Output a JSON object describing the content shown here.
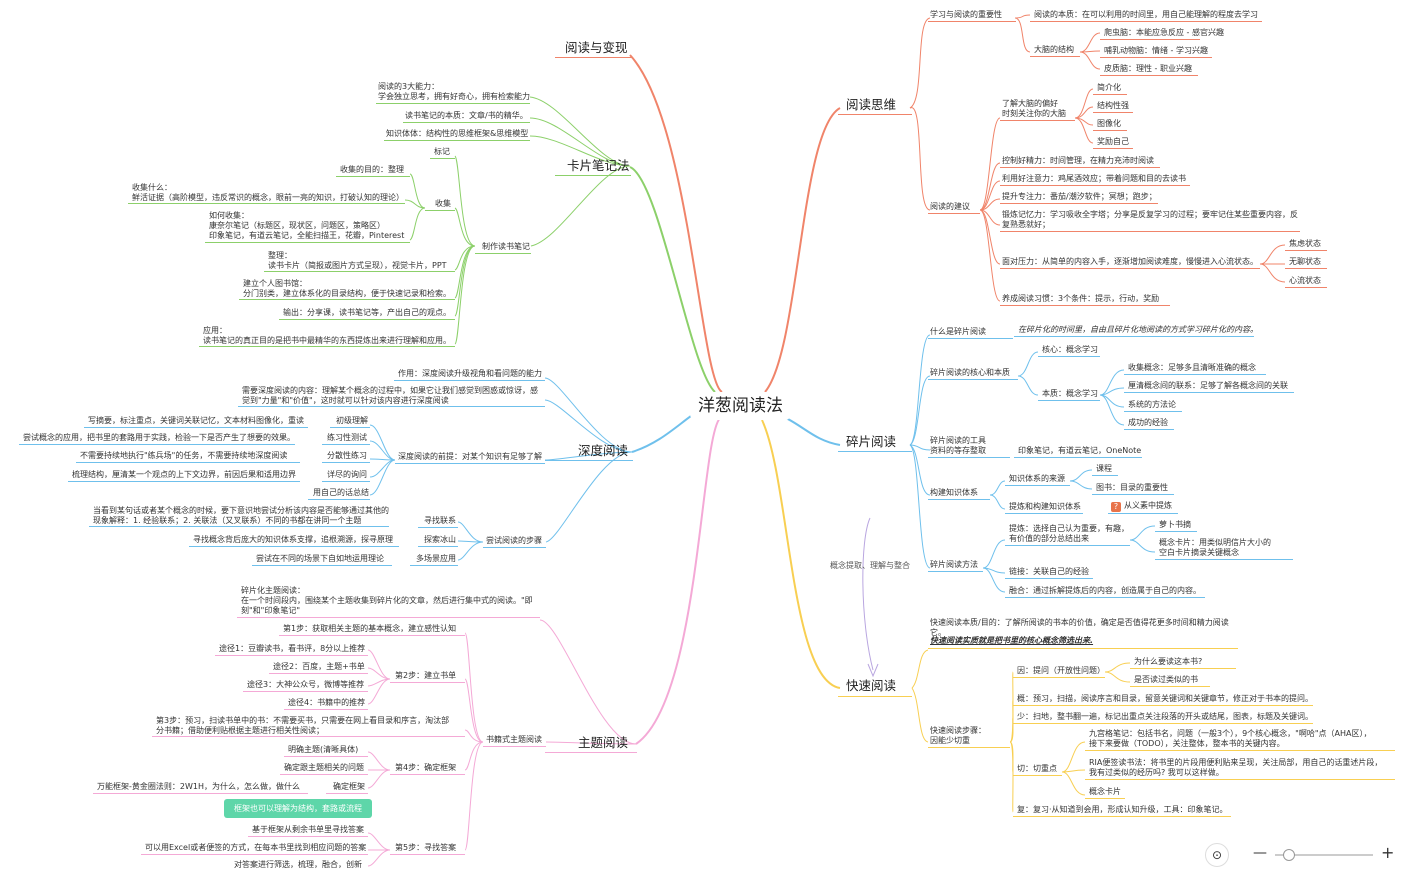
{
  "root": "洋葱阅读法",
  "branches": {
    "b1": "阅读与变现",
    "b2": "卡片笔记法",
    "b3": "深度阅读",
    "b4": "主题阅读",
    "r1": "阅读思维",
    "r2": "碎片阅读",
    "r3": "快速阅读",
    "mid": "概念提取、理解与整合"
  },
  "card": {
    "n1": "阅读的3大能力：\n学会独立思考，拥有好奇心，拥有检索能力",
    "n2": "读书笔记的本质：文章/书的精华。",
    "n3": "知识体体：结构性的思维框架&思维模型",
    "mark": "标记",
    "collect": "收集",
    "purpose": "收集的目的：整理",
    "what": "收集什么：\n鲜活证据（高阶模型，违反常识的概念，眼前一亮的知识，打破认知的理论）",
    "how": "如何收集：\n康奈尔笔记（标题区，现状区，问题区，策略区）\n印象笔记，有道云笔记，全能扫描王，花瓣，Pinterest",
    "make": "制作读书笔记",
    "sort": "整理：\n读书卡片（简报或图片方式呈现），视觉卡片，PPT",
    "index": "建立个人图书馆：\n分门别类，建立体系化的目录结构，便于快速记录和检索。",
    "output": "输出：分享课，读书笔记等，产出自己的观点。",
    "apply": "应用：\n读书笔记的真正目的是把书中最精华的东西提炼出来进行理解和应用。"
  },
  "deep": {
    "role": "作用：深度阅读升级视角和看问题的能力",
    "needs": "需要深度阅读的内容：理解某个概念的过程中，如果它让我们感觉到困惑或惊讶，感\n觉到\"力量\"和\"价值\"，这时就可以针对该内容进行深度阅读",
    "pre": "深度阅读的前提：对某个知识有足够了解",
    "p1": "写摘要，标注重点，关键词关联记忆，文本材料图像化，重读",
    "p1k": "初级理解",
    "p2": "尝试概念的应用，把书里的套路用于实践，检验一下是否产生了想要的效果。",
    "p2k": "练习性测试",
    "p3": "不需要持续地执行\"练兵场\"的任务，不需要持续地深度阅读",
    "p3k": "分散性练习",
    "p4": "梳理结构，厘清某一个观点的上下文边界，前因后果和适用边界",
    "p4k": "详尽的询问",
    "p5": "用自己的话总结",
    "steps": "尝试阅读的步骤",
    "s1": "当看到某句话或者某个概念的时候，要下意识地尝试分析该内容是否能够通过其他的\n现象解释：1. 经验联系；2. 关联法（又叉联系）不同的书都在讲同一个主题",
    "s1k": "寻找联系",
    "s2": "寻找概念背后庞大的知识体系支撑，追根溯源，探寻原理",
    "s2k": "探索冰山",
    "s3": "尝试在不同的场景下自如地运用理论",
    "s3k": "多场景应用"
  },
  "topic": {
    "intro": "碎片化主题阅读：\n在一个时间段内，围绕某个主题收集到碎片化的文章，然后进行集中式的阅读。\"即\n刻\"和\"印象笔记\"",
    "main": "书籍式主题阅读",
    "st1": "第1步：获取相关主题的基本概念，建立感性认知",
    "st2": "第2步：建立书单",
    "w1": "途径1：豆瓣读书，看书评，8分以上推荐",
    "w2": "途径2：百度，主题+书单",
    "w3": "途径3：大神公众号，微博等推荐",
    "w4": "途径4：书籍中的推荐",
    "st3": "第3步：预习，扫读书单中的书：不需要买书，只需要在网上看目录和序言，淘汰部\n分书籍；借助便利贴根据主题进行相关性阅读；",
    "st4": "第4步：确定框架",
    "f1": "明确主题(清晰具体)",
    "f2": "确定跟主题相关的问题",
    "f3": "万能框架-黄金圈法则：2W1H，为什么，怎么做，做什么",
    "f3k": "确定框架",
    "badge": "框架也可以理解为结构，套路或流程",
    "st5": "第5步：寻找答案",
    "a1": "基于框架从剩余书单里寻找答案",
    "a2": "可以用Excel或者便签的方式，在每本书里找到相应问题的答案",
    "a3": "对答案进行筛选，梳理，融合，创新"
  },
  "think": {
    "imp": "学习与阅读的重要性",
    "ess": "阅读的本质：在可以利用的时间里，用自己能理解的程度去学习",
    "brain": "大脑的结构",
    "bz1": "爬虫脑：本能应急反应 - 感官兴趣",
    "bz2": "哺乳动物脑：情绪 - 学习兴趣",
    "bz3": "皮质脑：理性 - 职业兴趣",
    "like": "了解大脑的偏好\n时刻关注你的大脑",
    "lk1": "简介化",
    "lk2": "结构性强",
    "lk3": "图像化",
    "lk4": "奖励自己",
    "advice": "阅读的建议",
    "ad1": "控制好精力：时间管理，在精力充沛时阅读",
    "ad2": "利用好注意力：鸡尾酒效应；带着问题和目的去读书",
    "ad3": "提升专注力：番茄/潮汐软件；冥想；跑步；",
    "ad4": "锻炼记忆力：学习吸收全字塔；分享是反复学习的过程；要牢记住某些重要内容，反\n复熟悉就好；",
    "ad5": "面对压力：从简单的内容入手，逐渐增加阅读难度，慢慢进入心流状态。",
    "fl1": "焦虑状态",
    "fl2": "无聊状态",
    "fl3": "心流状态",
    "ad6": "养成阅读习惯：3个条件：提示，行动，奖励"
  },
  "frag": {
    "what": "什么是碎片阅读",
    "whatv": "在碎片化的时间里，自由且碎片化地阅读的方式学习碎片化的内容。",
    "core": "碎片阅读的核心和本质",
    "c1": "核心：概念学习",
    "c2": "本质：概念学习",
    "c21": "收集概念：足够多且清晰准确的概念",
    "c22": "厘清概念间的联系：足够了解各概念间的关联",
    "c23": "系统的方法论",
    "c24": "成功的经验",
    "tool": "碎片阅读的工具\n资料的等存整取",
    "toolv": "印象笔记，有道云笔记，OneNote",
    "build": "构建知识体系",
    "src": "知识体系的来源",
    "src1": "课程",
    "src2": "图书：目录的重要性",
    "bk": "提炼和构建知识体系",
    "bkv": "从义素中提炼",
    "method": "碎片阅读方法",
    "m1": "提炼：选择自己认为重要，有趣，\n有价值的部分总结出来",
    "m1a": "萝卜书摘",
    "m1b": "概念卡片：用类似明信片大小的\n空白卡片摘录关键概念",
    "m2": "链接：关联自己的经验",
    "m3": "融合：通过拆解提炼后的内容，创造属于自己的内容。"
  },
  "fast": {
    "head": "快速阅读本质/目的：了解所阅读的书本的价值，确定是否值得花更多时间和精力阅读\n它。",
    "head2": "快速阅读实质就是把书里的核心概念筛选出来.",
    "steps": "快速阅读步骤：\n因能少切重",
    "q": "因：提问（开放性问题）",
    "q1": "为什么要读这本书?",
    "q2": "是否读过类似的书",
    "g": "概：预习，扫描，阅读序言和目录，留意关键词和关键章节，修正对于书本的提问。",
    "s": "少：扫地，整书翻一遍，标记出重点关注段落的开头或结尾，图表，标题及关键词。",
    "cut": "切：切重点",
    "cut1": "九宫格笔记：包括书名，问题（一般3个），9个核心概念，\"啊哈\"点（AHA区），\n接下来要做（TODO），关注整体，整本书的关键内容。",
    "cut2": "RIA便签读书法：将书里的片段用便利贴来呈现，关注局部，用自己的话重述片段，\n我有过类似的经历吗? 我可以这样做。",
    "cut3": "概念卡片",
    "rev": "复：复习·从知道到会用，形成认知升级，工具：印象笔记。"
  },
  "ui": {
    "zoom_out": "—",
    "zoom_in": "+",
    "fit_icon": "⊙"
  }
}
